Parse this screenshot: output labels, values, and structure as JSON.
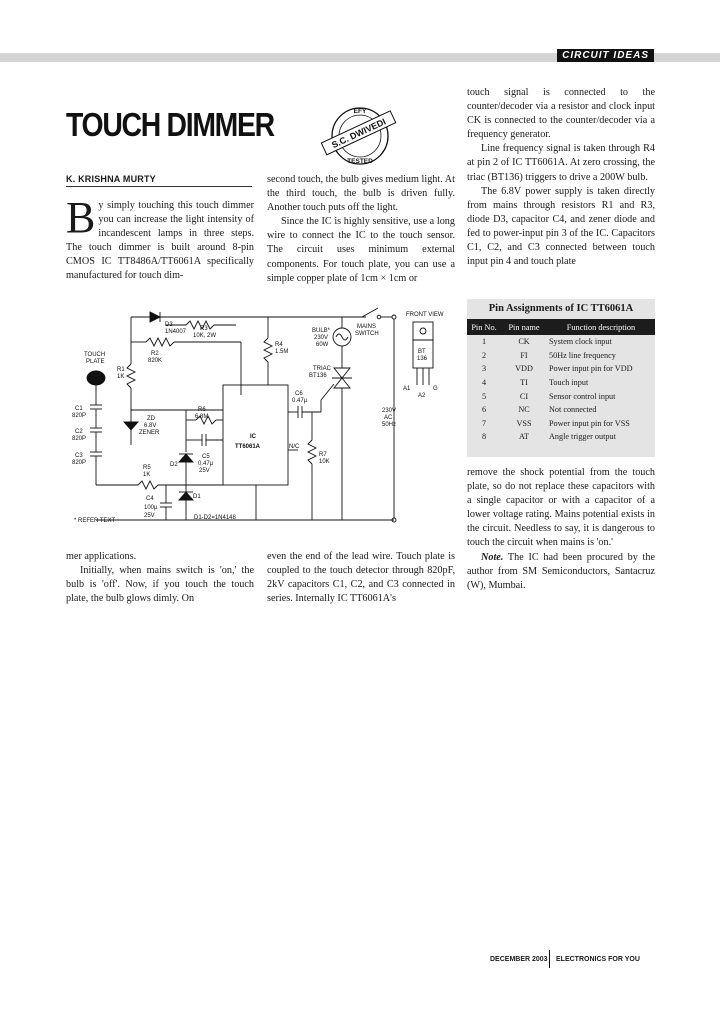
{
  "header": {
    "section_label": "CIRCUIT IDEAS"
  },
  "article": {
    "title": "TOUCH DIMMER",
    "author": "K. KRISHNA MURTY",
    "badge": {
      "lines": [
        "EFY",
        "S.C. DWIVEDI",
        "TESTED"
      ]
    },
    "col1_dropcap": "B",
    "col1_top": "y simply touching this touch dimmer you can increase the light intensity of incandescent lamps in three steps. The touch dimmer is built around 8-pin CMOS IC TT8486A/TT6061A specifically manufactured for touch dim-",
    "col2_top_p1": "second touch, the bulb gives medium light. At the third touch, the bulb is driven fully. Another touch puts off the light.",
    "col2_top_p2": "Since the IC is highly sensitive, use a long wire to connect the IC to the touch sensor. The circuit uses minimum external components. For touch plate, you can use a simple copper plate of 1cm × 1cm or",
    "col3_p1": "touch signal is connected to the counter/decoder via a resistor and clock input CK is connected to the counter/decoder via a frequency generator.",
    "col3_p2": "Line frequency signal is taken through R4 at pin 2 of IC TT6061A. At zero crossing, the triac (BT136) triggers to drive a 200W bulb.",
    "col3_p3": "The 6.8V power supply is taken directly from mains through resistors R1 and R3, diode D3, capacitor C4, and zener diode and fed to power-input pin 3 of the IC. Capacitors C1, C2, and C3 connected between touch input pin 4 and touch plate",
    "col1_bottom_p1": "mer applications.",
    "col1_bottom_p2": "Initially, when mains switch is 'on,' the bulb is 'off'. Now, if you touch the touch plate, the bulb glows dimly. On",
    "col2_bottom": "even the end of the lead wire. Touch plate is coupled to the touch detector through 820pF, 2kV capacitors C1, C2, and C3 connected in series. Internally IC TT6061A's",
    "col3_bottom_p1": "remove the shock potential from the touch plate, so do not replace these capacitors with a single capacitor or with a capacitor of a lower voltage rating. Mains potential exists in the circuit. Needless to say, it is dangerous to touch the circuit when mains is 'on.'",
    "col3_note_label": "Note.",
    "col3_note_text": " The IC had been procured by the author from SM Semiconductors, Santacruz (W), Mumbai."
  },
  "pin_table": {
    "title": "Pin Assignments of IC TT6061A",
    "headers": [
      "Pin No.",
      "Pin name",
      "Function description"
    ],
    "rows": [
      [
        "1",
        "CK",
        "System clock input"
      ],
      [
        "2",
        "FI",
        "50Hz line frequency"
      ],
      [
        "3",
        "VDD",
        "Power input pin for VDD"
      ],
      [
        "4",
        "TI",
        "Touch input"
      ],
      [
        "5",
        "CI",
        "Sensor control input"
      ],
      [
        "6",
        "NC",
        "Not connected"
      ],
      [
        "7",
        "VSS",
        "Power input pin for VSS"
      ],
      [
        "8",
        "AT",
        "Angle trigger output"
      ]
    ]
  },
  "circuit": {
    "labels": {
      "d3": "D3",
      "d3_part": "1N4007",
      "r3": "R3",
      "r3_val": "10K, 2W",
      "r2": "R2",
      "r2_val": "820K",
      "r4": "R4",
      "r4_val": "1.5M",
      "bulb": "BULB*",
      "bulb_val": "230V",
      "bulb_w": "60W",
      "mains": "MAINS",
      "mains2": "SWITCH",
      "front": "FRONT VIEW",
      "touch": "TOUCH",
      "touch2": "PLATE",
      "r1": "R1",
      "r1_val": "1K",
      "c1": "C1",
      "c1_val": "820P",
      "c2": "C2",
      "c2_val": "820P",
      "c3": "C3",
      "c3_val": "820P",
      "zd": "ZD",
      "zd_val": "6.8V",
      "zd_val2": "ZENER",
      "r6": "R6",
      "r6_val": "6.8M",
      "c5": "C5",
      "c5_val": "0.47µ",
      "c5_val2": "25V",
      "d2": "D2",
      "d1": "D1",
      "r5": "R5",
      "r5_val": "1K",
      "c4": "C4",
      "c4_val": "100µ",
      "c4_val2": "25V",
      "ic": "IC",
      "ic_name": "TT6061A",
      "c6": "C6",
      "c6_val": "0.47µ",
      "triac": "TRIAC",
      "triac_val": "BT136",
      "r7": "R7",
      "r7_val": "10K",
      "ac1": "230V",
      "ac2": "AC",
      "ac3": "50Hz",
      "nc": "N/C",
      "diodes": "D1-D2=1N4148",
      "ref": "* REFER TEXT",
      "bt": "BT",
      "bt2": "136",
      "a1": "A1",
      "a2": "A2",
      "g": "G"
    }
  },
  "footer": {
    "date": "DECEMBER 2003",
    "publication": "ELECTRONICS FOR YOU"
  }
}
